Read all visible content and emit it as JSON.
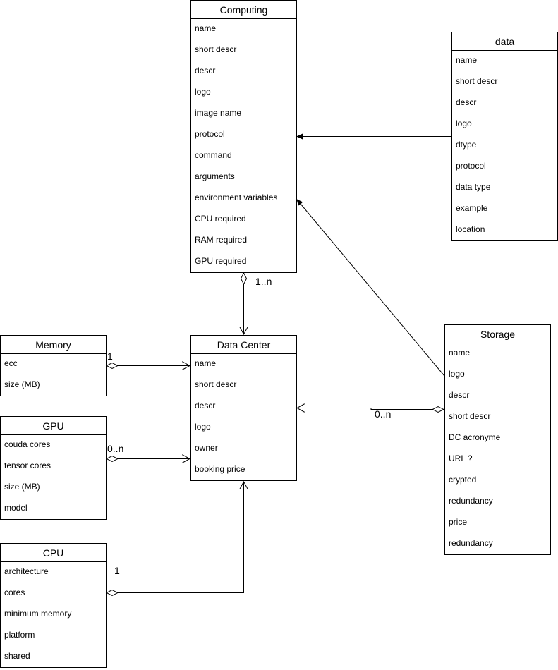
{
  "classes": [
    {
      "id": "computing",
      "title": "Computing",
      "attributes": [
        "name",
        "short descr",
        "descr",
        "logo",
        "image name",
        "protocol",
        "command",
        "arguments",
        "environment variables",
        "CPU required",
        "RAM required",
        "GPU required"
      ]
    },
    {
      "id": "data",
      "title": "data",
      "attributes": [
        "name",
        "short descr",
        "descr",
        "logo",
        "dtype",
        "protocol",
        "data type",
        "example",
        "location"
      ]
    },
    {
      "id": "memory",
      "title": "Memory",
      "attributes": [
        "ecc",
        "size (MB)"
      ]
    },
    {
      "id": "data-center",
      "title": "Data Center",
      "attributes": [
        "name",
        "short descr",
        "descr",
        "logo",
        "owner",
        "booking price"
      ]
    },
    {
      "id": "storage",
      "title": "Storage",
      "attributes": [
        "name",
        "logo",
        "descr",
        "short descr",
        "DC acronyme",
        "URL ?",
        "crypted",
        "redundancy",
        "price",
        "redundancy"
      ]
    },
    {
      "id": "gpu",
      "title": "GPU",
      "attributes": [
        "couda cores",
        "tensor cores",
        "size (MB)",
        "model"
      ]
    },
    {
      "id": "cpu",
      "title": "CPU",
      "attributes": [
        "architecture",
        "cores",
        "minimum memory",
        "platform",
        "shared"
      ]
    }
  ],
  "relations": [
    {
      "from": "computing",
      "to": "data-center",
      "kind": "aggregation",
      "multiplicity": "1..n"
    },
    {
      "from": "memory",
      "to": "data-center",
      "kind": "aggregation",
      "multiplicity": "1"
    },
    {
      "from": "gpu",
      "to": "data-center",
      "kind": "aggregation",
      "multiplicity": "0..n"
    },
    {
      "from": "cpu",
      "to": "data-center",
      "kind": "aggregation",
      "multiplicity": "1"
    },
    {
      "from": "storage",
      "to": "data-center",
      "kind": "aggregation",
      "multiplicity": "0..n"
    },
    {
      "from": "data",
      "to": "computing",
      "kind": "association",
      "multiplicity": ""
    },
    {
      "from": "storage",
      "to": "computing",
      "kind": "association",
      "multiplicity": ""
    }
  ]
}
